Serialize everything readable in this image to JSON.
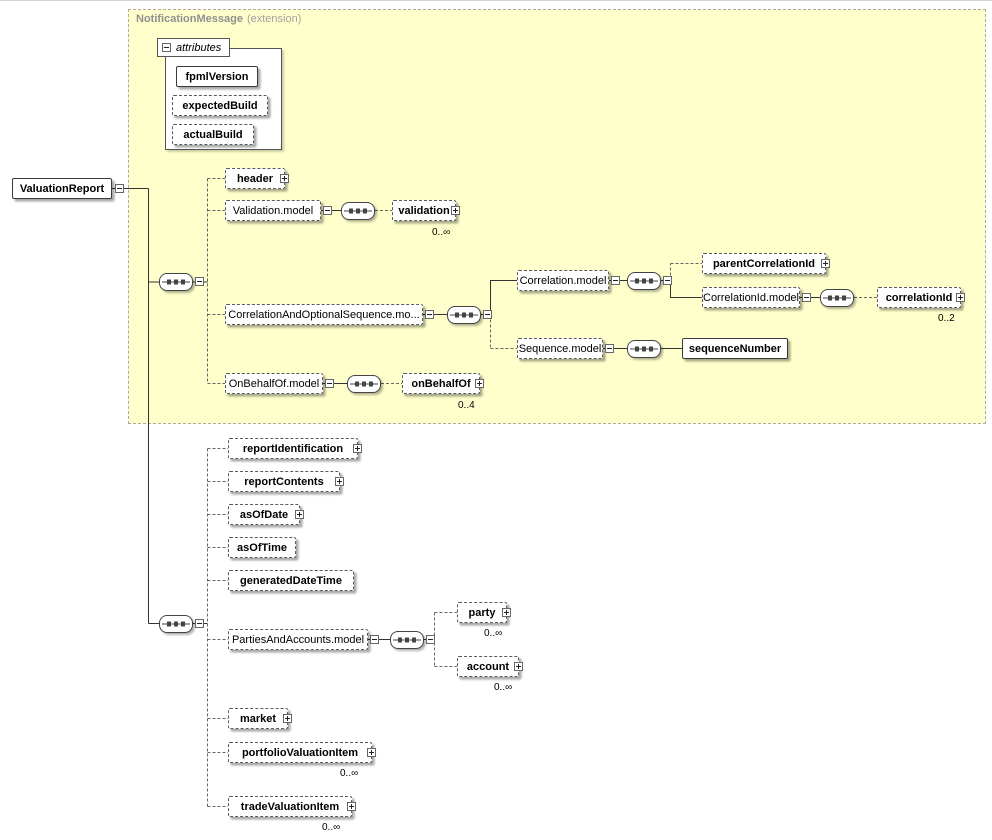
{
  "diagram": {
    "extension": {
      "name": "NotificationMessage",
      "qualifier": "(extension)"
    },
    "attributes_label": "attributes",
    "colors": {
      "extension_bg": "#ffffcc",
      "extension_border": "#aaaaaa",
      "required_border": "#3a3a3a",
      "optional_border": "#5a5a5a",
      "line_solid": "#333333",
      "line_dashed": "#666666"
    },
    "nodes": {
      "valuation_report": {
        "label": "ValuationReport"
      },
      "fpml_version": {
        "label": "fpmlVersion"
      },
      "expected_build": {
        "label": "expectedBuild"
      },
      "actual_build": {
        "label": "actualBuild"
      },
      "header": {
        "label": "header"
      },
      "validation_model": {
        "label": "Validation.model"
      },
      "validation": {
        "label": "validation",
        "cardinality": "0..∞"
      },
      "correlation_and_optional_sequence_model": {
        "label": "CorrelationAndOptionalSequence.mo..."
      },
      "correlation_model": {
        "label": "Correlation.model"
      },
      "parent_correlation_id": {
        "label": "parentCorrelationId"
      },
      "correlation_id_model": {
        "label": "CorrelationId.model"
      },
      "correlation_id": {
        "label": "correlationId",
        "cardinality": "0..2"
      },
      "sequence_model": {
        "label": "Sequence.model"
      },
      "sequence_number": {
        "label": "sequenceNumber"
      },
      "on_behalf_of_model": {
        "label": "OnBehalfOf.model"
      },
      "on_behalf_of": {
        "label": "onBehalfOf",
        "cardinality": "0..4"
      },
      "report_identification": {
        "label": "reportIdentification"
      },
      "report_contents": {
        "label": "reportContents"
      },
      "as_of_date": {
        "label": "asOfDate"
      },
      "as_of_time": {
        "label": "asOfTime"
      },
      "generated_date_time": {
        "label": "generatedDateTime"
      },
      "parties_and_accounts_model": {
        "label": "PartiesAndAccounts.model"
      },
      "party": {
        "label": "party",
        "cardinality": "0..∞"
      },
      "account": {
        "label": "account",
        "cardinality": "0..∞"
      },
      "market": {
        "label": "market"
      },
      "portfolio_valuation_item": {
        "label": "portfolioValuationItem",
        "cardinality": "0..∞"
      },
      "trade_valuation_item": {
        "label": "tradeValuationItem",
        "cardinality": "0..∞"
      }
    }
  }
}
